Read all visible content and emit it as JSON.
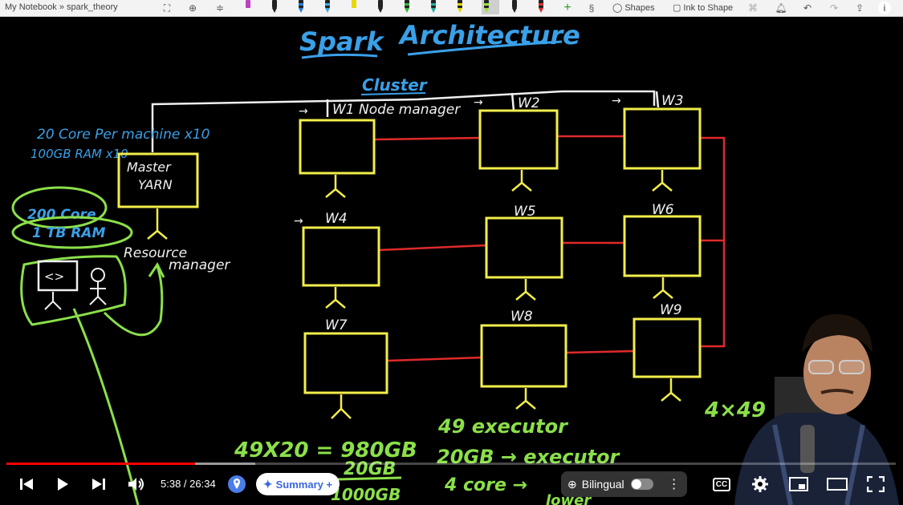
{
  "toolbar": {
    "breadcrumb": "My Notebook » spark_theory",
    "shapes_label": "Shapes",
    "ink_to_shape_label": "Ink to Shape"
  },
  "whiteboard": {
    "title_spark": "Spark",
    "title_architecture": "Architecture",
    "cluster_label": "Cluster",
    "master_line1": "Master",
    "master_line2": "YARN",
    "resource_manager_line1": "Resource",
    "resource_manager_line2": "manager",
    "spec_line1": "20 Core Per machine x10",
    "spec_line2": "100GB RAM x10",
    "total_cores": "200 Core",
    "total_ram": "1 TB RAM",
    "code_glyph": "<>",
    "node_manager_label": "W1 Node manager",
    "workers": [
      "W2",
      "W3",
      "W4",
      "W5",
      "W6",
      "W7",
      "W8",
      "W9"
    ],
    "arrow_glyph": "→",
    "calc_line1": "49X20 = 980GB",
    "calc_line2": "20GB",
    "calc_line3": "1000GB",
    "executors_count": "49 executor",
    "executor_mem": "20GB → executor",
    "executor_cores": "4 core →",
    "side_calc": "4×49",
    "partial_bottom": "lower"
  },
  "player": {
    "current_time": "5:38",
    "time_separator": " / ",
    "duration": "26:34",
    "played_fraction": 0.212,
    "buffered_fraction": 0.28,
    "summary_label": "Summary +",
    "bilingual_label": "Bilingual"
  },
  "colors": {
    "blue_ink": "#3aa0e8",
    "yellow_ink": "#f2ee4a",
    "green_ink": "#8be04a",
    "red_ink": "#e02a2a",
    "white_ink": "#f0f0f0",
    "progress_red": "#ff0000"
  }
}
